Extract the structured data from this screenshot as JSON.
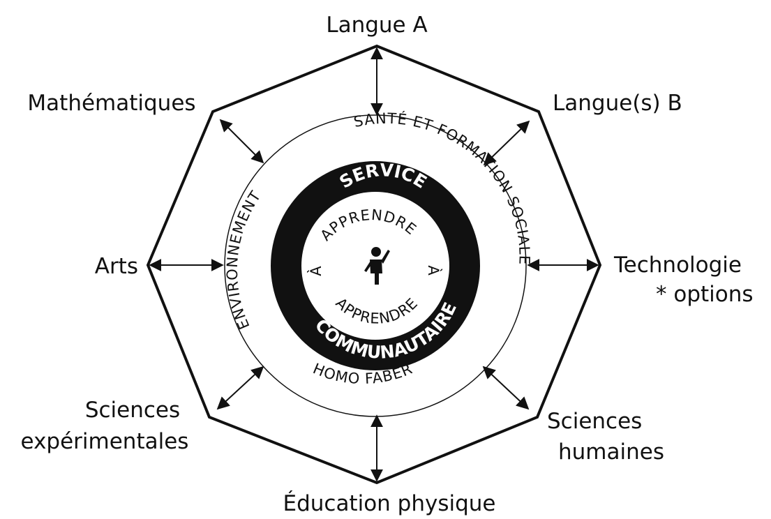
{
  "subjects": {
    "top": "Langue A",
    "top_right": "Langue(s) B",
    "right_line1": "Technologie",
    "right_line2": "* options",
    "bottom_right_line1": "Sciences",
    "bottom_right_line2": "humaines",
    "bottom": "Éducation physique",
    "bottom_left_line1": "Sciences",
    "bottom_left_line2": "expérimentales",
    "left": "Arts",
    "top_left": "Mathématiques"
  },
  "outer_ring": {
    "top": "SANTÉ ET FORMATION SOCIALE",
    "left": "ENVIRONNEMENT",
    "bottom": "HOMO FABER"
  },
  "service_ring": {
    "top": "SERVICE",
    "bottom": "COMMUNAUTAIRE"
  },
  "center": {
    "top": "APPRENDRE",
    "bottom": "APPRENDRE",
    "left": "À",
    "right": "À",
    "figure_icon": "person-waving-icon"
  },
  "colors": {
    "ink": "#111111",
    "background": "#ffffff"
  }
}
